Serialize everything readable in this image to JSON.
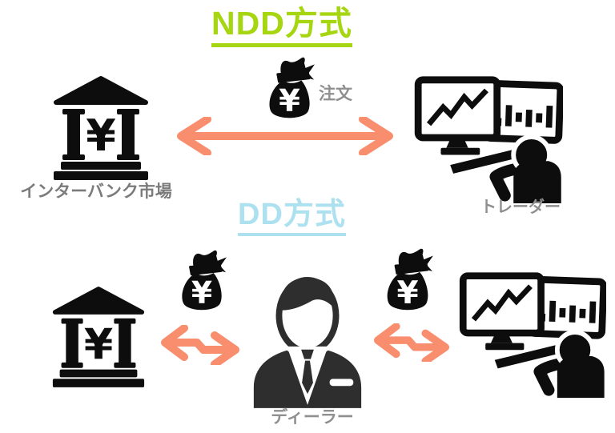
{
  "colors": {
    "ndd_green": "#a5d611",
    "dd_blue": "#aee1ef",
    "arrow_orange": "#f98e6e",
    "ink": "#0d0d0d",
    "dealer_ink": "#2e2e2e",
    "label_strong": "#7b7b7b",
    "label_soft": "#8f8f8f"
  },
  "diagram": {
    "ndd": {
      "title": "NDD方式",
      "flow_label": "注文",
      "bank_label": "インターバンク市場",
      "trader_label": "トレーダー"
    },
    "dd": {
      "title": "DD方式",
      "dealer_label": "ディーラー"
    },
    "symbols": {
      "yen": "¥"
    },
    "icons": {
      "bank-icon": "classical bank building with yen symbol",
      "money-bag-icon": "tied money bag with yen symbol",
      "trader-icon": "person at dual trading monitors",
      "dealer-icon": "suited dealer bust with tie",
      "double-arrow-icon": "horizontal bidirectional arrow",
      "swap-arrow-icon": "offset bidirectional swap arrow"
    }
  }
}
